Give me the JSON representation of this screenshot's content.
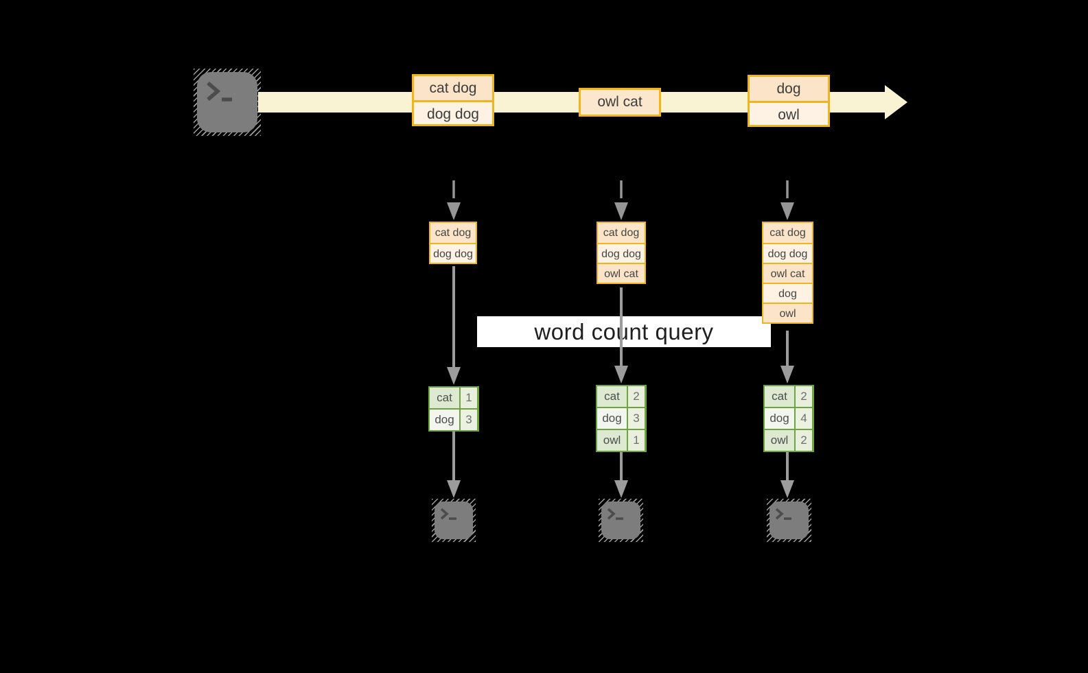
{
  "query": {
    "label": "word count query"
  },
  "stream": {
    "events": [
      {
        "lines": [
          "cat dog",
          "dog dog"
        ]
      },
      {
        "lines": [
          "owl cat"
        ]
      },
      {
        "lines": [
          "dog",
          "owl"
        ]
      }
    ]
  },
  "pipelines": [
    {
      "buffer": [
        "cat dog",
        "dog dog"
      ],
      "counts": [
        {
          "word": "cat",
          "count": "1"
        },
        {
          "word": "dog",
          "count": "3"
        }
      ]
    },
    {
      "buffer": [
        "cat dog",
        "dog dog",
        "owl cat"
      ],
      "counts": [
        {
          "word": "cat",
          "count": "2"
        },
        {
          "word": "dog",
          "count": "3"
        },
        {
          "word": "owl",
          "count": "1"
        }
      ]
    },
    {
      "buffer": [
        "cat dog",
        "dog dog",
        "owl cat",
        "dog",
        "owl"
      ],
      "counts": [
        {
          "word": "cat",
          "count": "2"
        },
        {
          "word": "dog",
          "count": "4"
        },
        {
          "word": "owl",
          "count": "2"
        }
      ]
    }
  ],
  "icons": {
    "source": "terminal-icon",
    "sinks": [
      "terminal-icon",
      "terminal-icon",
      "terminal-icon"
    ]
  },
  "colors": {
    "background": "#000000",
    "stream_fill": "#faf3d3",
    "event_border": "#f0b41d",
    "event_fill_peach": "#fbe4c7",
    "event_fill_cream": "#fdf2e3",
    "table_border": "#6da340",
    "table_fill_sage": "#dde9d1",
    "table_fill_light": "#f3f6ef",
    "arrow_gray": "#9c9c9c",
    "terminal_gray": "#7d7d7d",
    "query_bg": "#ffffff",
    "query_text": "#1f1f1f"
  }
}
